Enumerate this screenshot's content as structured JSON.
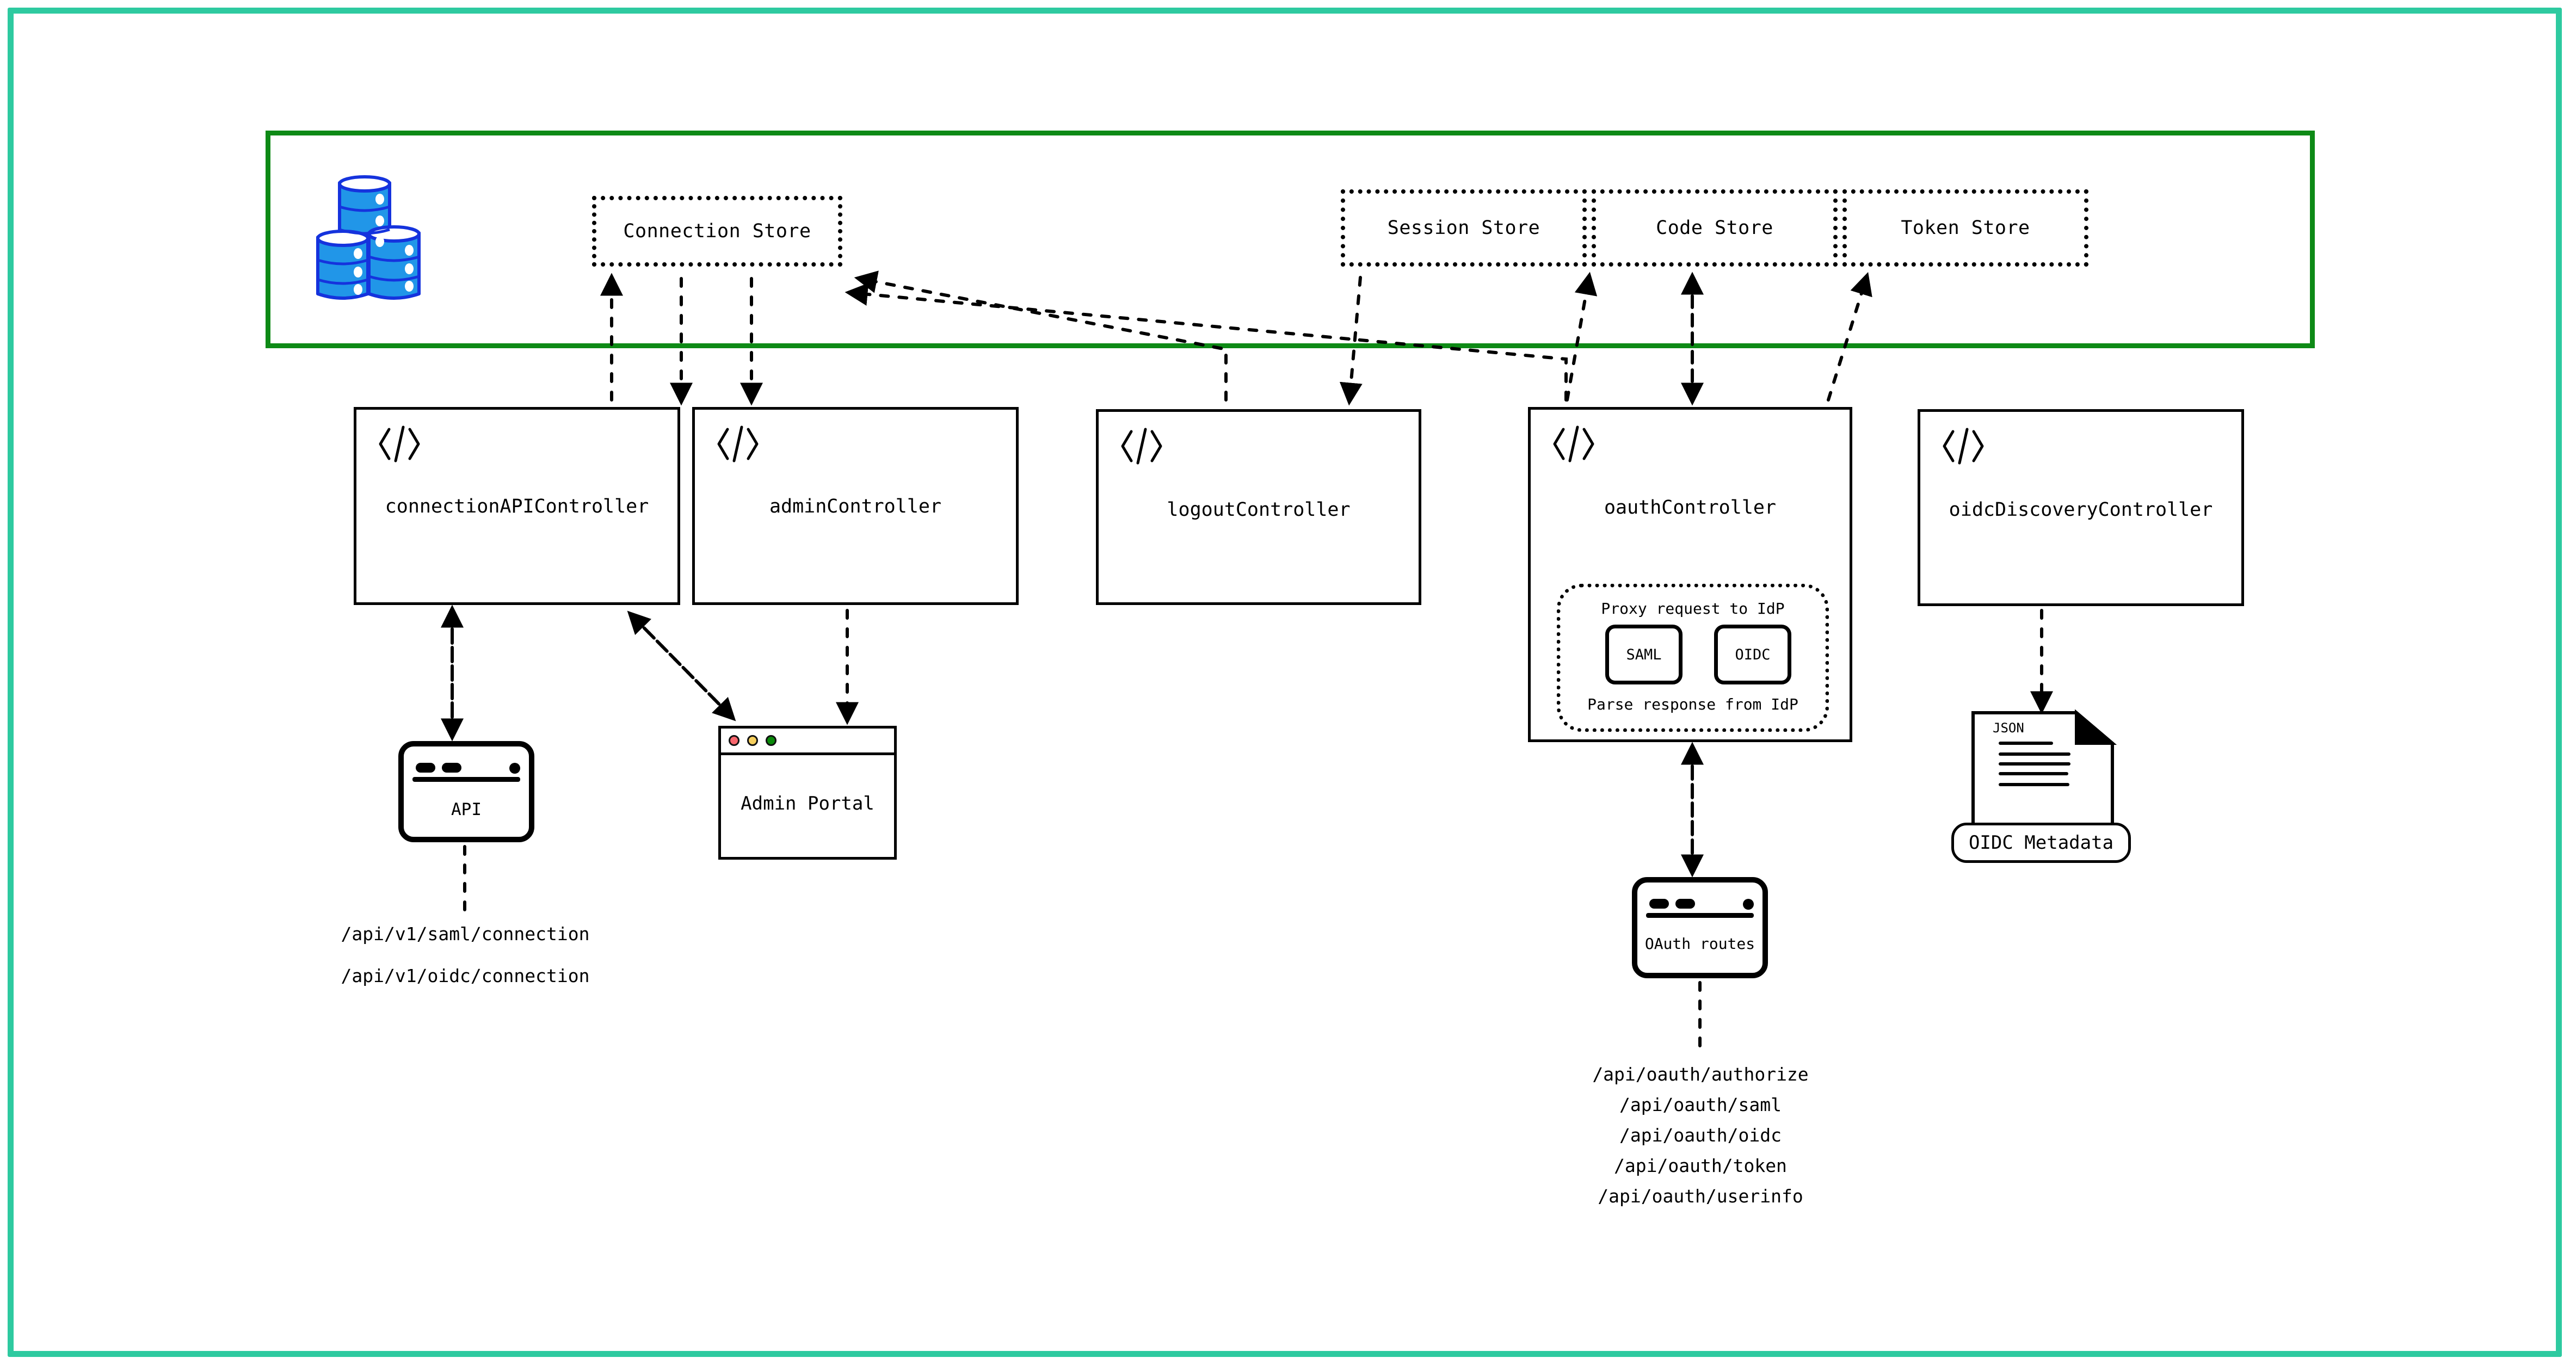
{
  "frame": {
    "outer_color": "#2ecaa0",
    "store_container_color": "#0e8a16"
  },
  "store_container": {
    "database_icon": "database-stack-icon",
    "stores": [
      {
        "label": "Connection Store"
      },
      {
        "label": "Session Store"
      },
      {
        "label": "Code Store"
      },
      {
        "label": "Token Store"
      }
    ]
  },
  "controllers": [
    {
      "icon": "code-brackets-icon",
      "label": "connectionAPIController"
    },
    {
      "icon": "code-brackets-icon",
      "label": "adminController"
    },
    {
      "icon": "code-brackets-icon",
      "label": "logoutController"
    },
    {
      "icon": "code-brackets-icon",
      "label": "oauthController"
    },
    {
      "icon": "code-brackets-icon",
      "label": "oidcDiscoveryController"
    }
  ],
  "idp_group": {
    "title": "Proxy request to IdP",
    "footer": "Parse response from IdP",
    "protocols": [
      {
        "label": "SAML"
      },
      {
        "label": "OIDC"
      }
    ]
  },
  "api_node": {
    "label": "API",
    "icon": "browser-window-icon"
  },
  "admin_portal": {
    "label": "Admin Portal",
    "icon": "browser-window-icon",
    "traffic_lights": [
      {
        "name": "close-dot",
        "color": "#f8666d"
      },
      {
        "name": "minimize-dot",
        "color": "#f6cf5e"
      },
      {
        "name": "maximize-dot",
        "color": "#0a8a0a"
      }
    ]
  },
  "oauth_routes_node": {
    "label": "OAuth routes",
    "icon": "browser-window-icon"
  },
  "oidc_metadata": {
    "file_type": "JSON",
    "label": "OIDC Metadata",
    "icon": "json-document-icon"
  },
  "connection_api_paths": [
    "/api/v1/saml/connection",
    "/api/v1/oidc/connection"
  ],
  "oauth_paths": [
    "/api/oauth/authorize",
    "/api/oauth/saml",
    "/api/oauth/oidc",
    "/api/oauth/token",
    "/api/oauth/userinfo"
  ]
}
